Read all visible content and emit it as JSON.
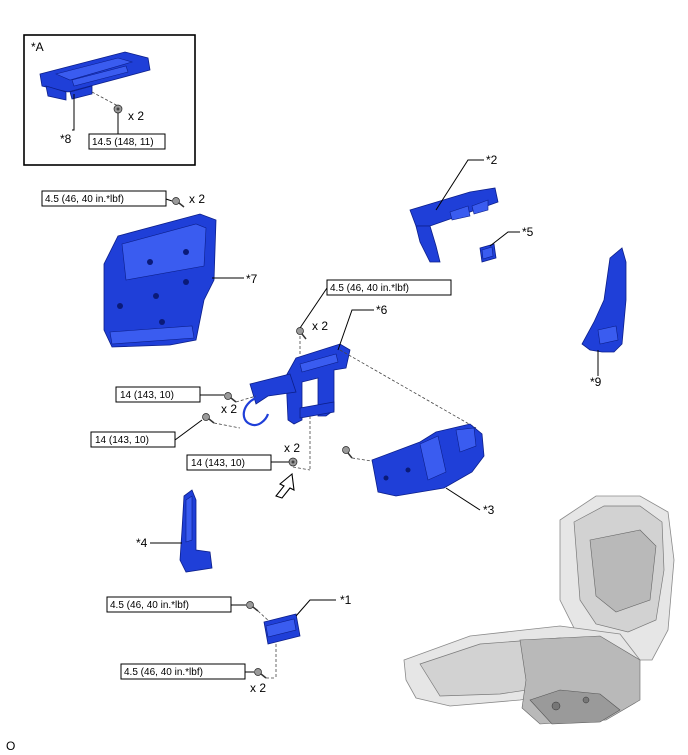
{
  "inset": {
    "label": "*A"
  },
  "callouts": {
    "c1": "*1",
    "c2": "*2",
    "c3": "*3",
    "c4": "*4",
    "c5": "*5",
    "c6": "*6",
    "c7": "*7",
    "c8": "*8",
    "c9": "*9"
  },
  "quantities": {
    "q_inset": "x 2",
    "q_part7": "x 2",
    "q_part6": "x 2",
    "q_frame": "x 2",
    "q_lower": "x 2",
    "q_part1": "x 2"
  },
  "torques": {
    "inset": "14.5 (148, 11)",
    "part7": "4.5 (46, 40 in.*lbf)",
    "part6": "4.5 (46, 40 in.*lbf)",
    "frame_upper": "14 (143, 10)",
    "frame_lower": "14 (143, 10)",
    "frame_bottom": "14 (143, 10)",
    "part1_upper": "4.5 (46, 40 in.*lbf)",
    "part1_lower": "4.5 (46, 40 in.*lbf)"
  },
  "footer": {
    "code": "O"
  },
  "colors": {
    "part": "#1f3fd8",
    "part_edge": "#0c1f8a",
    "seat": "#e6e6e6"
  }
}
